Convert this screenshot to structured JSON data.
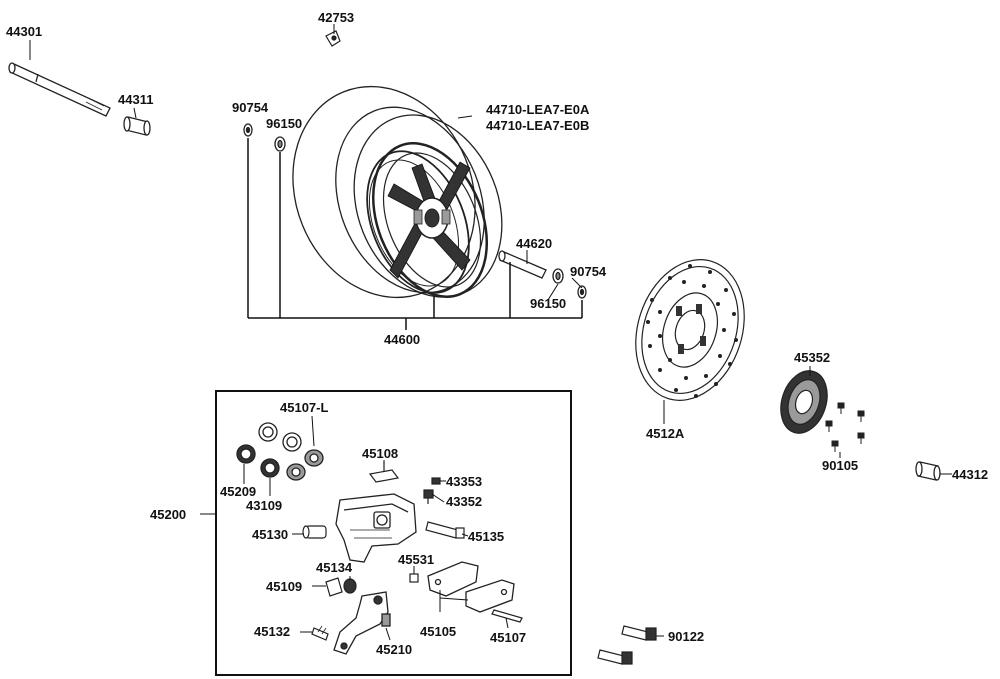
{
  "colors": {
    "line": "#111111",
    "part": "#222222",
    "light": "#888888",
    "fill_dark": "#333333",
    "fill_mid": "#9a9a9a",
    "background": "#ffffff"
  },
  "labels": {
    "axle": "44301",
    "collar_left": "44311",
    "clip": "42753",
    "nut_left": "90754",
    "seal_left": "96150",
    "tire_a": "44710-LEA7-E0A",
    "tire_b": "44710-LEA7-E0B",
    "spacer": "44620",
    "nut_right": "90754",
    "seal_right": "96150",
    "wheel_assy": "44600",
    "disk": "4512A",
    "sprocket": "45352",
    "bolts": "90105",
    "collar_right": "44312",
    "caliper_assy": "45200",
    "piston_set": "45107-L",
    "seal_kit": "45209",
    "piston_seal": "43109",
    "pad_spring": "45108",
    "bleeder_cap": "43353",
    "bleeder": "43352",
    "boot_pin": "45130",
    "slide_pin": "45135",
    "pin_clip": "45531",
    "boot": "45134",
    "shim": "45109",
    "pad_set": "45105",
    "bracket_bolt": "45132",
    "bracket": "45210",
    "pad_pin": "45107",
    "mount_bolt": "90122"
  }
}
